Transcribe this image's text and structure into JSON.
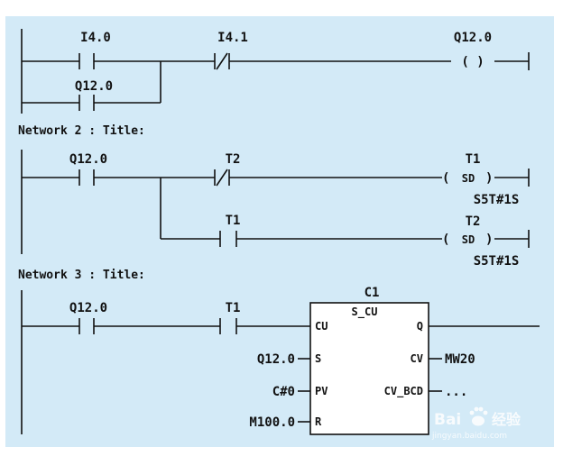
{
  "colors": {
    "background": "#d3eaf7",
    "frame": "#ffffff",
    "ink": "#111111",
    "block_fill": "#ffffff"
  },
  "network1": {
    "contact_i40": "I4.0",
    "contact_i41": "I4.1",
    "contact_q120_hold": "Q12.0",
    "coil_q120": "Q12.0",
    "coil_symbol": "( )"
  },
  "network2": {
    "title": "Network 2 : Title:",
    "contact_q120": "Q12.0",
    "contact_t2": "T2",
    "coil_t1": "T1",
    "coil_t1_symbol": "SD",
    "coil_t1_preset": "S5T#1S",
    "contact_t1": "T1",
    "coil_t2": "T2",
    "coil_t2_symbol": "SD",
    "coil_t2_preset": "S5T#1S"
  },
  "network3": {
    "title": "Network 3 : Title:",
    "contact_q120": "Q12.0",
    "contact_t1": "T1",
    "counter_name": "C1",
    "counter_type": "S_CU",
    "pin_cu": "CU",
    "pin_s": "S",
    "pin_pv": "PV",
    "pin_r": "R",
    "pin_q": "Q",
    "pin_cv": "CV",
    "pin_cv_bcd": "CV_BCD",
    "s_operand": "Q12.0",
    "pv_operand": "C#0",
    "r_operand": "M100.0",
    "cv_operand": "MW20",
    "cv_bcd_operand": "..."
  },
  "watermark": {
    "brand": "Bai",
    "brand_cn": "经验",
    "url": "jingyan.baidu.com"
  }
}
